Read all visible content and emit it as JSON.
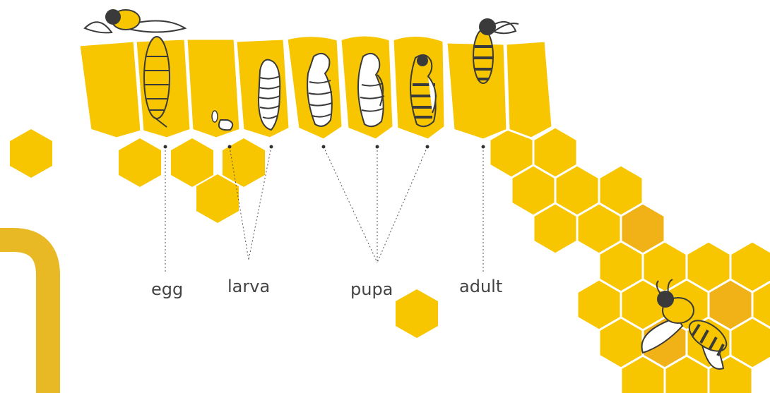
{
  "labels": {
    "egg": "egg",
    "larva": "larva",
    "pupa": "pupa",
    "adult": "adult"
  },
  "colors": {
    "honey": "#f7c600",
    "honey_dark": "#f0b216",
    "frame": "#e8b825",
    "outline": "#3a3a3a",
    "leader": "#555555",
    "label": "#444444"
  },
  "icons": [
    "adult-bee-icon",
    "egg-icon",
    "larva-icon",
    "pupa-icon",
    "flying-bee-icon"
  ]
}
